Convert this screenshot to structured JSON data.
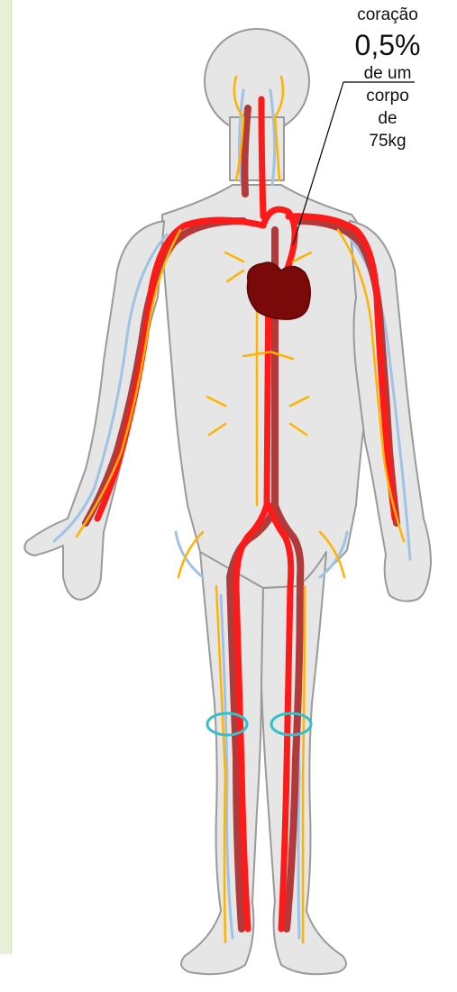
{
  "annotation": {
    "organ": "coração",
    "percentage": "0,5%",
    "body_lines": [
      "de um",
      "corpo",
      "de",
      "75kg"
    ]
  },
  "colors": {
    "background": "#ffffff",
    "left_strip": "#e8f0d8",
    "body_fill": "#e6e6e6",
    "body_outline": "#9a9a9a",
    "artery": "#ff1a1a",
    "vein": "#b23a3a",
    "nerve": "#ffb300",
    "lymph": "#9fc3e6",
    "heart": "#7a0a0a",
    "knee_ring": "#35c0c8",
    "leader_line": "#000000"
  }
}
